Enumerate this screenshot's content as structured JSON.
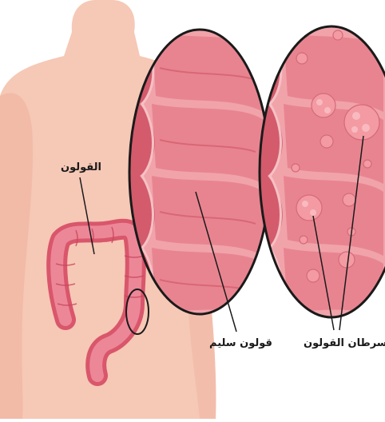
{
  "labels": {
    "colon": "القولون",
    "healthy_colon": "قولون سليم",
    "colon_cancer": "سرطان القولون"
  },
  "colors": {
    "skin": "#f6c8b6",
    "skin_shadow": "#eeb39f",
    "colon_tissue": "#e9788a",
    "colon_dark": "#c9475d",
    "mucosa": "#f2a0a7",
    "tumor": "#f39aa3",
    "outline": "#222222"
  }
}
